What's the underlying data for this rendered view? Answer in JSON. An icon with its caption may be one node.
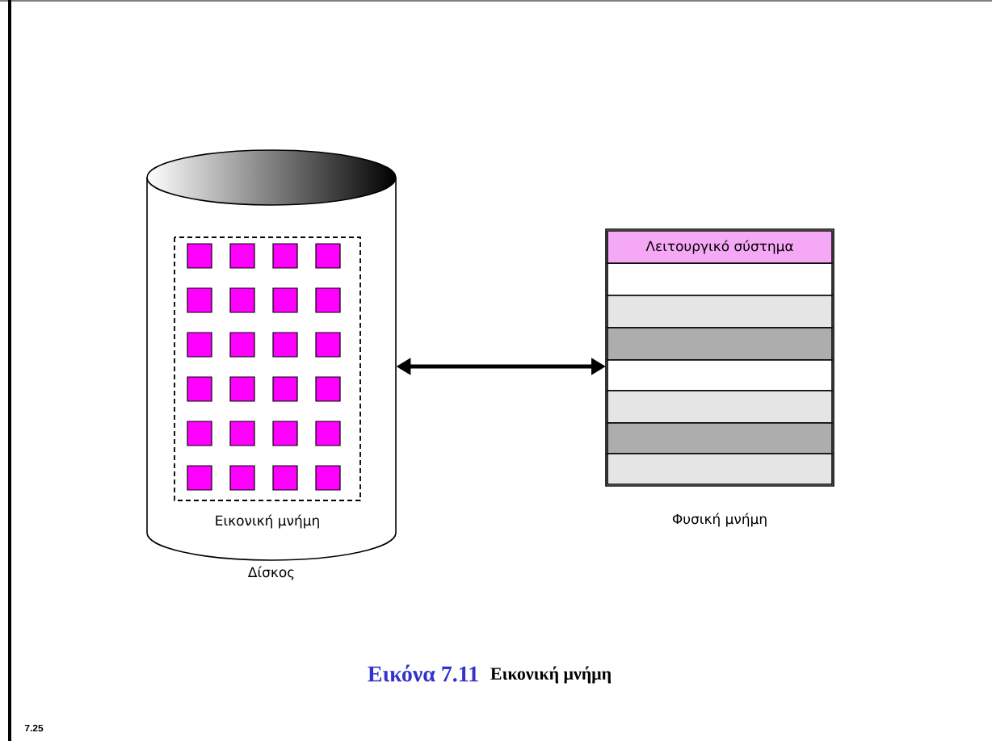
{
  "diagram": {
    "nodes": [
      {
        "text": [
          "Δίσκος"
        ]
      },
      {
        "text": [
          "Εικονική μνήμη"
        ],
        "in": 0
      },
      {
        "text": [
          "Φυσική μνήμη"
        ]
      },
      {
        "text": [
          "Λειτουργικό σύστημα"
        ],
        "in": 2
      }
    ],
    "edges": [
      {
        "from": 0,
        "to": 2,
        "arrow": "both"
      }
    ],
    "labels": [
      "Εικόνα 7.11",
      "Εικονική μνήμη",
      "7.25"
    ]
  }
}
